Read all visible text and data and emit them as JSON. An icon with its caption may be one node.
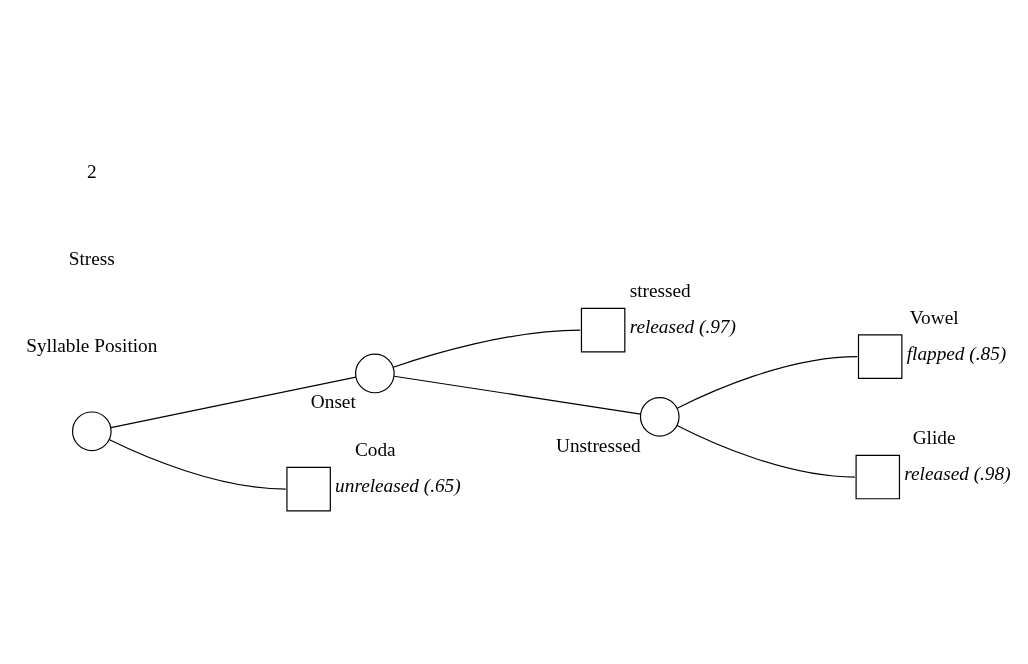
{
  "diagram": {
    "nodes": [
      {
        "text": [],
        "shape": "circle"
      },
      {
        "text": [
          "Onset"
        ]
      },
      {
        "text": [
          "stressed"
        ],
        "beside": [
          "released (.97)"
        ]
      },
      {
        "text": [
          "Unstressed"
        ]
      },
      {
        "text": [
          "Vowel"
        ],
        "beside": [
          "flapped (.85)"
        ]
      },
      {
        "text": [
          "Glide"
        ],
        "beside": [
          "released (.98)"
        ]
      },
      {
        "text": [
          "Coda"
        ],
        "beside": [
          "unreleased (.65)"
        ]
      }
    ],
    "edges": [
      {
        "from": 0,
        "to": 1,
        "arrow": "none"
      },
      {
        "from": 0,
        "to": 6,
        "arrow": "none"
      },
      {
        "from": 1,
        "to": 2,
        "arrow": "none"
      },
      {
        "from": 1,
        "to": 3,
        "arrow": "none"
      },
      {
        "from": 3,
        "to": 4,
        "arrow": "none"
      },
      {
        "from": 3,
        "to": 5,
        "arrow": "none"
      }
    ],
    "labels": [
      "Syllable Position",
      "Stress",
      "2"
    ]
  }
}
